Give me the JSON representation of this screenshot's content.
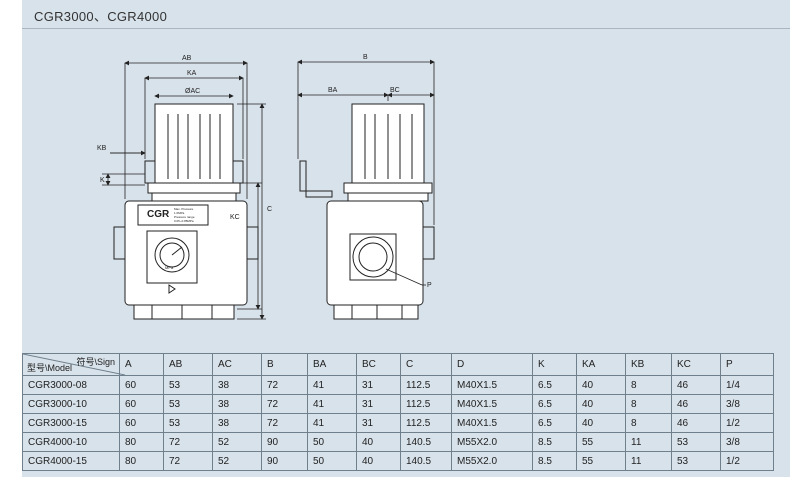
{
  "title": "CGR3000、CGR4000",
  "drawing": {
    "dims_front": {
      "ab": "AB",
      "ka": "KA",
      "ac": "ØAC",
      "kb": "KB",
      "k": "K",
      "kc": "KC",
      "c": "C"
    },
    "dims_side": {
      "b": "B",
      "ba": "BA",
      "bc": "BC",
      "p": "P"
    },
    "body_label": "CGR",
    "plate_lines": [
      "Max. Pressure",
      "1.0MPa",
      "Pressure range",
      "0.05~0.85MPa"
    ],
    "gauge_unit": "MPa"
  },
  "table": {
    "corner_sign": "符号\\Sign",
    "corner_model": "型号\\Model",
    "columns": [
      "A",
      "AB",
      "AC",
      "B",
      "BA",
      "BC",
      "C",
      "D",
      "K",
      "KA",
      "KB",
      "KC",
      "P"
    ],
    "rows": [
      {
        "model": "CGR3000-08",
        "values": [
          "60",
          "53",
          "38",
          "72",
          "41",
          "31",
          "112.5",
          "M40X1.5",
          "6.5",
          "40",
          "8",
          "46",
          "1/4"
        ]
      },
      {
        "model": "CGR3000-10",
        "values": [
          "60",
          "53",
          "38",
          "72",
          "41",
          "31",
          "112.5",
          "M40X1.5",
          "6.5",
          "40",
          "8",
          "46",
          "3/8"
        ]
      },
      {
        "model": "CGR3000-15",
        "values": [
          "60",
          "53",
          "38",
          "72",
          "41",
          "31",
          "112.5",
          "M40X1.5",
          "6.5",
          "40",
          "8",
          "46",
          "1/2"
        ]
      },
      {
        "model": "CGR4000-10",
        "values": [
          "80",
          "72",
          "52",
          "90",
          "50",
          "40",
          "140.5",
          "M55X2.0",
          "8.5",
          "55",
          "11",
          "53",
          "3/8"
        ]
      },
      {
        "model": "CGR4000-15",
        "values": [
          "80",
          "72",
          "52",
          "90",
          "50",
          "40",
          "140.5",
          "M55X2.0",
          "8.5",
          "55",
          "11",
          "53",
          "1/2"
        ]
      }
    ]
  }
}
